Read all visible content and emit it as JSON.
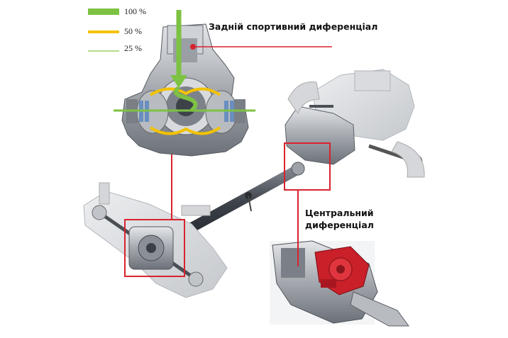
{
  "legend": {
    "items": [
      {
        "label": "100 %",
        "color": "#7dc243"
      },
      {
        "label": "50 %",
        "color": "#f2c200"
      },
      {
        "label": "25 %",
        "color": "#b5d98a"
      }
    ]
  },
  "callouts": {
    "rear_differential": "Задній спортивний диференціал",
    "center_differential_line1": "Центральний",
    "center_differential_line2": "диференціал"
  },
  "colors": {
    "callout_line": "#d9232e",
    "metal": "#a9adb3",
    "dark_metal": "#5e636b",
    "center_diff_red": "#c9202a"
  }
}
